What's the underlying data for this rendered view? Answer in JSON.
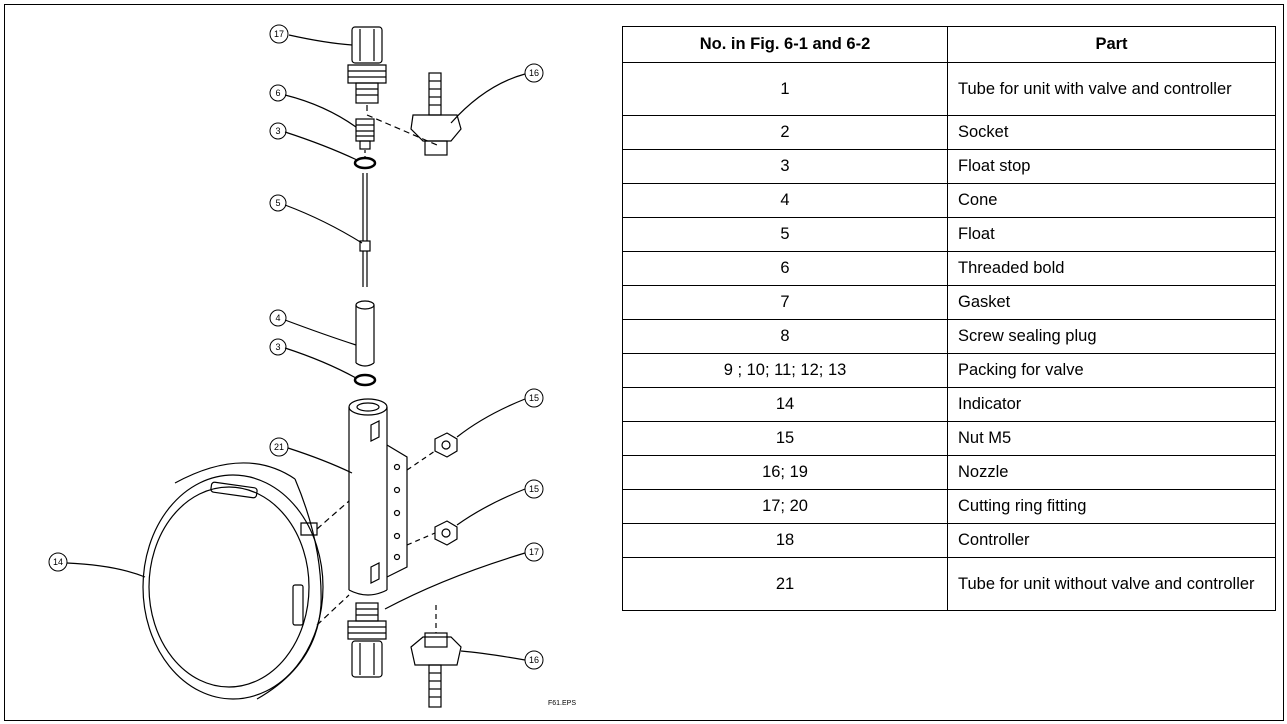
{
  "figure": {
    "code": "F61.EPS",
    "callouts": {
      "c17a": "17",
      "c16a": "16",
      "c6": "6",
      "c3a": "3",
      "c5": "5",
      "c4": "4",
      "c3b": "3",
      "c21": "21",
      "c15a": "15",
      "c15b": "15",
      "c14": "14",
      "c17b": "17",
      "c16b": "16"
    }
  },
  "table": {
    "headers": [
      "No. in Fig. 6-1 and 6-2",
      "Part"
    ],
    "rows": [
      {
        "no": "1",
        "part": "Tube for unit with valve and controller"
      },
      {
        "no": "2",
        "part": "Socket"
      },
      {
        "no": "3",
        "part": "Float stop"
      },
      {
        "no": "4",
        "part": "Cone"
      },
      {
        "no": "5",
        "part": "Float"
      },
      {
        "no": "6",
        "part": "Threaded bold"
      },
      {
        "no": "7",
        "part": "Gasket"
      },
      {
        "no": "8",
        "part": "Screw sealing plug"
      },
      {
        "no": "9 ; 10; 11; 12; 13",
        "part": "Packing for valve"
      },
      {
        "no": "14",
        "part": "Indicator"
      },
      {
        "no": "15",
        "part": "Nut M5"
      },
      {
        "no": "16; 19",
        "part": "Nozzle"
      },
      {
        "no": "17; 20",
        "part": "Cutting ring fitting"
      },
      {
        "no": "18",
        "part": "Controller"
      },
      {
        "no": "21",
        "part": "Tube for unit without valve and controller"
      }
    ]
  }
}
